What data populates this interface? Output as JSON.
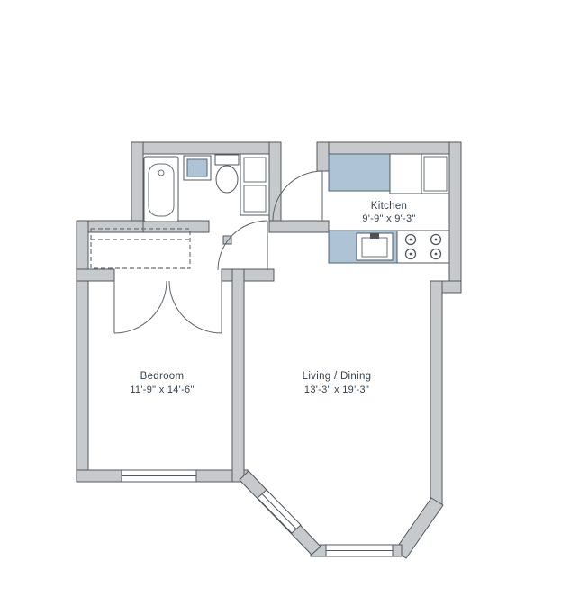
{
  "plan": {
    "rooms": {
      "kitchen": {
        "name": "Kitchen",
        "dimensions": "9'-9\" x 9'-3\""
      },
      "bedroom": {
        "name": "Bedroom",
        "dimensions": "11'-9\" x 14'-6\""
      },
      "living": {
        "name": "Living / Dining",
        "dimensions": "13'-3\" x 19'-3\""
      }
    },
    "colors": {
      "background": "#ffffff",
      "wall_fill": "#c7cacc",
      "wall_stroke": "#53585c",
      "counter_fill": "#aec3d5",
      "fixture_stroke": "#53585c",
      "label_text": "#33424d"
    }
  }
}
